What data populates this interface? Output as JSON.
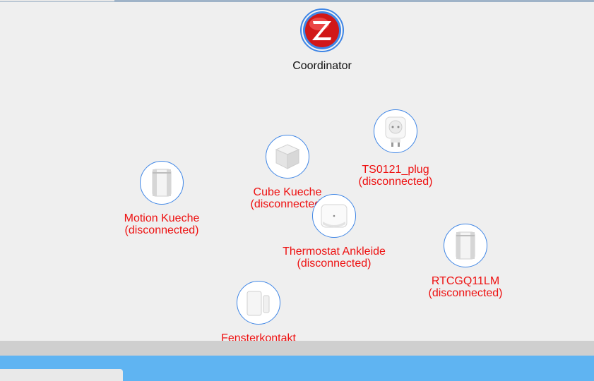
{
  "nodes": {
    "coordinator": {
      "name": "Coordinator",
      "icon": "zigbee-logo-icon"
    },
    "ts0121_plug": {
      "name": "TS0121_plug",
      "status": "(disconnected)",
      "icon": "smart-plug-icon"
    },
    "cube_kueche": {
      "name": "Cube Kueche",
      "status": "(disconnected)",
      "icon": "cube-icon"
    },
    "motion_kueche": {
      "name": "Motion Kueche",
      "status": "(disconnected)",
      "icon": "motion-sensor-icon"
    },
    "thermostat_ankleide": {
      "name": "Thermostat Ankleide",
      "status": "(disconnected)",
      "icon": "thermostat-sensor-icon"
    },
    "rtcgq11lm": {
      "name": "RTCGQ11LM",
      "status": "(disconnected)",
      "icon": "motion-sensor-icon"
    },
    "fensterkontakt": {
      "name": "Fensterkontakt",
      "icon": "door-sensor-icon"
    }
  },
  "colors": {
    "node_border": "#3f86e6",
    "disconnected_text": "#ee1111",
    "bottom_bar": "#5fb4f2"
  }
}
